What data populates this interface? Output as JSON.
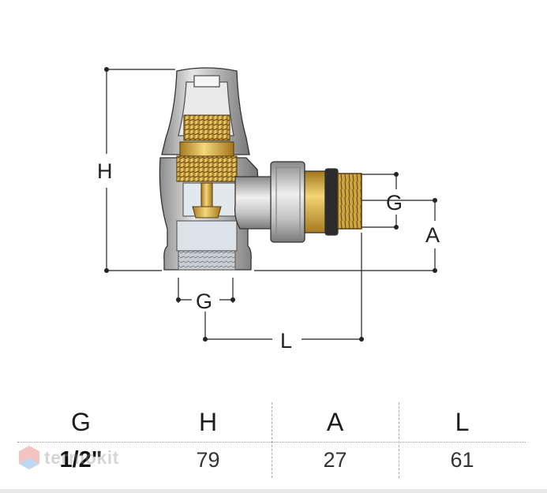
{
  "diagram": {
    "dim_labels": {
      "height": "H",
      "inlet_thread": "G",
      "outlet_thread": "G",
      "offset": "A",
      "length": "L"
    }
  },
  "table": {
    "headers": [
      "G",
      "H",
      "A",
      "L"
    ],
    "values": [
      "1/2\"",
      "79",
      "27",
      "61"
    ]
  },
  "watermark": {
    "text": "termokit"
  },
  "colors": {
    "chrome": "#b9b9b9",
    "brass": "#d6a93a",
    "lines": "#222222"
  }
}
